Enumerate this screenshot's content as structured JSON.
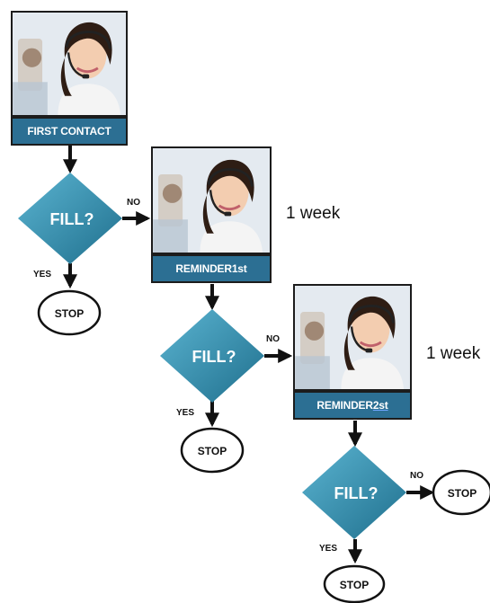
{
  "steps": [
    {
      "label_main": "FIRST CONTACT",
      "label_suffix": ""
    },
    {
      "label_main": "REMINDER ",
      "label_suffix": "1st"
    },
    {
      "label_main": "REMINDER ",
      "label_suffix": "2st"
    }
  ],
  "decisions": [
    {
      "question": "FILL?",
      "yes": "YES",
      "no": "NO",
      "yes_outcome": "STOP"
    },
    {
      "question": "FILL?",
      "yes": "YES",
      "no": "NO",
      "yes_outcome": "STOP"
    },
    {
      "question": "FILL?",
      "yes": "YES",
      "no": "NO",
      "yes_outcome": "STOP",
      "no_outcome": "STOP"
    }
  ],
  "intervals": [
    "1 week",
    "1 week"
  ],
  "colors": {
    "diamond_light": "#4aa3c2",
    "diamond_dark": "#237896",
    "label_bar": "#2c6f93",
    "arrow": "#111111"
  }
}
